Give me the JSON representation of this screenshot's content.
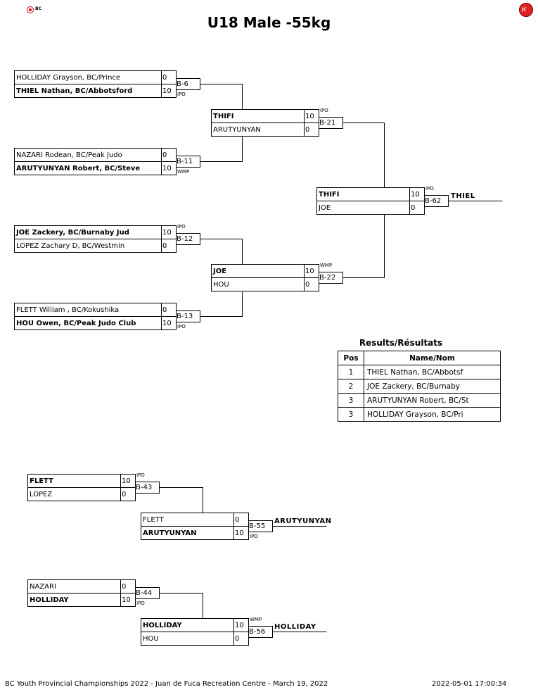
{
  "header": {
    "title": "U18 Male -55kg",
    "left_logo_text": "BC",
    "right_logo_text": "JC"
  },
  "pool1": {
    "match_b6": {
      "label": "B-6",
      "top": {
        "name": "HOLLIDAY Grayson, BC/Prince",
        "score": "0"
      },
      "bottom": {
        "name": "THIEL Nathan, BC/Abbotsford",
        "score": "10"
      },
      "win_type": "IPO"
    },
    "match_b11": {
      "label": "B-11",
      "top": {
        "name": "NAZARI Rodean, BC/Peak Judo",
        "score": "0"
      },
      "bottom": {
        "name": "ARUTYUNYAN Robert, BC/Steve",
        "score": "10"
      },
      "win_type": "WMP"
    },
    "match_b21": {
      "label": "B-21",
      "top": {
        "name": "THIFI",
        "score": "10"
      },
      "bottom": {
        "name": "ARUTYUNYAN",
        "score": "0"
      },
      "win_type": "IPO"
    }
  },
  "pool2": {
    "match_b12": {
      "label": "B-12",
      "top": {
        "name": "JOE Zackery, BC/Burnaby Jud",
        "score": "10"
      },
      "bottom": {
        "name": "LOPEZ Zachary D, BC/Westmin",
        "score": "0"
      },
      "win_type": "IPO"
    },
    "match_b13": {
      "label": "B-13",
      "top": {
        "name": "FLETT William , BC/Kokushika",
        "score": "0"
      },
      "bottom": {
        "name": "HOU Owen, BC/Peak Judo Club",
        "score": "10"
      },
      "win_type": "IPO"
    },
    "match_b22": {
      "label": "B-22",
      "top": {
        "name": "JOE",
        "score": "10"
      },
      "bottom": {
        "name": "HOU",
        "score": "0"
      },
      "win_type": "WMP"
    }
  },
  "final": {
    "label": "B-62",
    "top": {
      "name": "THIFI",
      "score": "10"
    },
    "bottom": {
      "name": "JOE",
      "score": "0"
    },
    "win_type": "IPO",
    "winner": "THIEL"
  },
  "results": {
    "title": "Results/Résultats",
    "headers": {
      "pos": "Pos",
      "name": "Name/Nom"
    },
    "rows": [
      {
        "pos": "1",
        "name": "THIEL Nathan, BC/Abbotsf"
      },
      {
        "pos": "2",
        "name": "JOE Zackery, BC/Burnaby"
      },
      {
        "pos": "3",
        "name": "ARUTYUNYAN Robert, BC/St"
      },
      {
        "pos": "3",
        "name": "HOLLIDAY Grayson, BC/Pri"
      }
    ]
  },
  "repechage_a": {
    "match_b43": {
      "label": "B-43",
      "top": {
        "name": "FLETT",
        "score": "10"
      },
      "bottom": {
        "name": "LOPEZ",
        "score": "0"
      },
      "win_type": "IPO"
    },
    "match_b55": {
      "label": "B-55",
      "top": {
        "name": "FLETT",
        "score": "0"
      },
      "bottom": {
        "name": "ARUTYUNYAN",
        "score": "10"
      },
      "win_type": "IPO",
      "winner": "ARUTYUNYAN"
    }
  },
  "repechage_b": {
    "match_b44": {
      "label": "B-44",
      "top": {
        "name": "NAZARI",
        "score": "0"
      },
      "bottom": {
        "name": "HOLLIDAY",
        "score": "10"
      },
      "win_type": "IPO"
    },
    "match_b56": {
      "label": "B-56",
      "top": {
        "name": "HOLLIDAY",
        "score": "10"
      },
      "bottom": {
        "name": "HOU",
        "score": "0"
      },
      "win_type": "WMP",
      "winner": "HOLLIDAY"
    }
  },
  "footer": {
    "event": "BC Youth Provincial Championships 2022 - Juan de Fuca Recreation Centre - March 19, 2022",
    "timestamp": "2022-05-01 17:00:34"
  }
}
